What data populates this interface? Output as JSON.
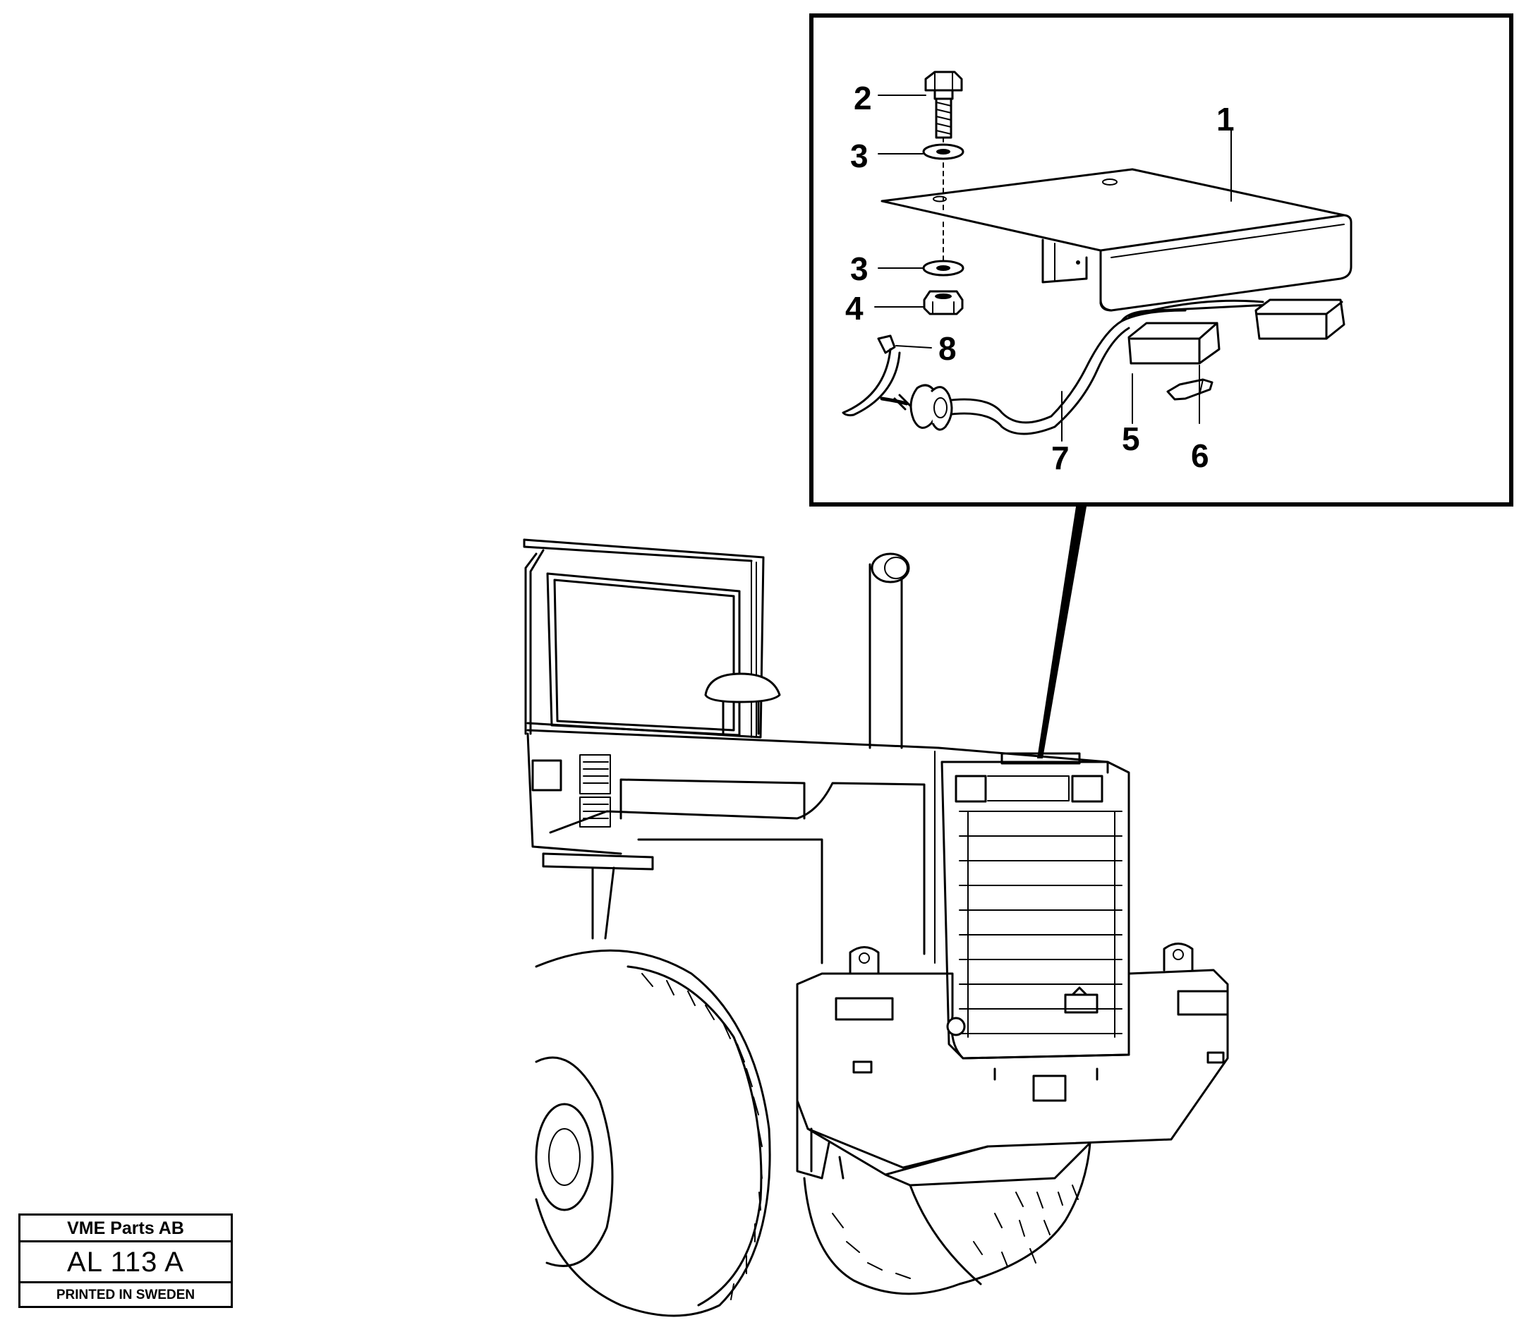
{
  "callouts": {
    "c1": "1",
    "c2": "2",
    "c3a": "3",
    "c3b": "3",
    "c4": "4",
    "c5": "5",
    "c6": "6",
    "c7": "7",
    "c8": "8"
  },
  "stamp": {
    "company": "VME Parts AB",
    "code": "AL 113 A",
    "printed": "PRINTED IN SWEDEN"
  }
}
